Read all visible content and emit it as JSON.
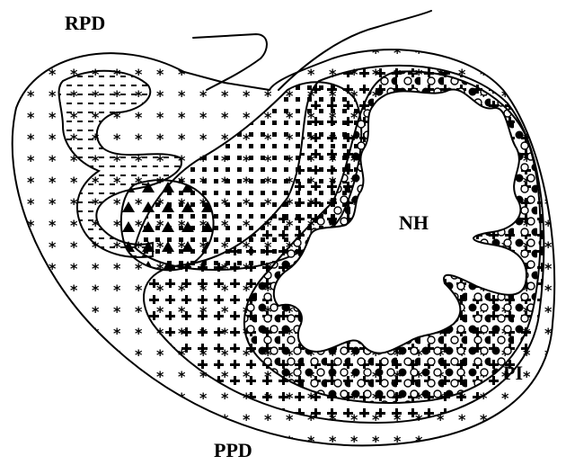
{
  "labels": {
    "rpd": "RPD",
    "nh": "NH",
    "pi": "PI",
    "ppd": "PPD"
  },
  "colors": {
    "ink": "#000000",
    "background": "#ffffff"
  },
  "regions": [
    {
      "id": "star-region",
      "pattern": "asterisk"
    },
    {
      "id": "dash-region",
      "pattern": "dashes"
    },
    {
      "id": "triangle-region",
      "pattern": "triangles"
    },
    {
      "id": "square-region",
      "pattern": "squares"
    },
    {
      "id": "cross-region",
      "pattern": "crosses"
    },
    {
      "id": "dot-region",
      "pattern": "filled-and-open-circles"
    }
  ]
}
